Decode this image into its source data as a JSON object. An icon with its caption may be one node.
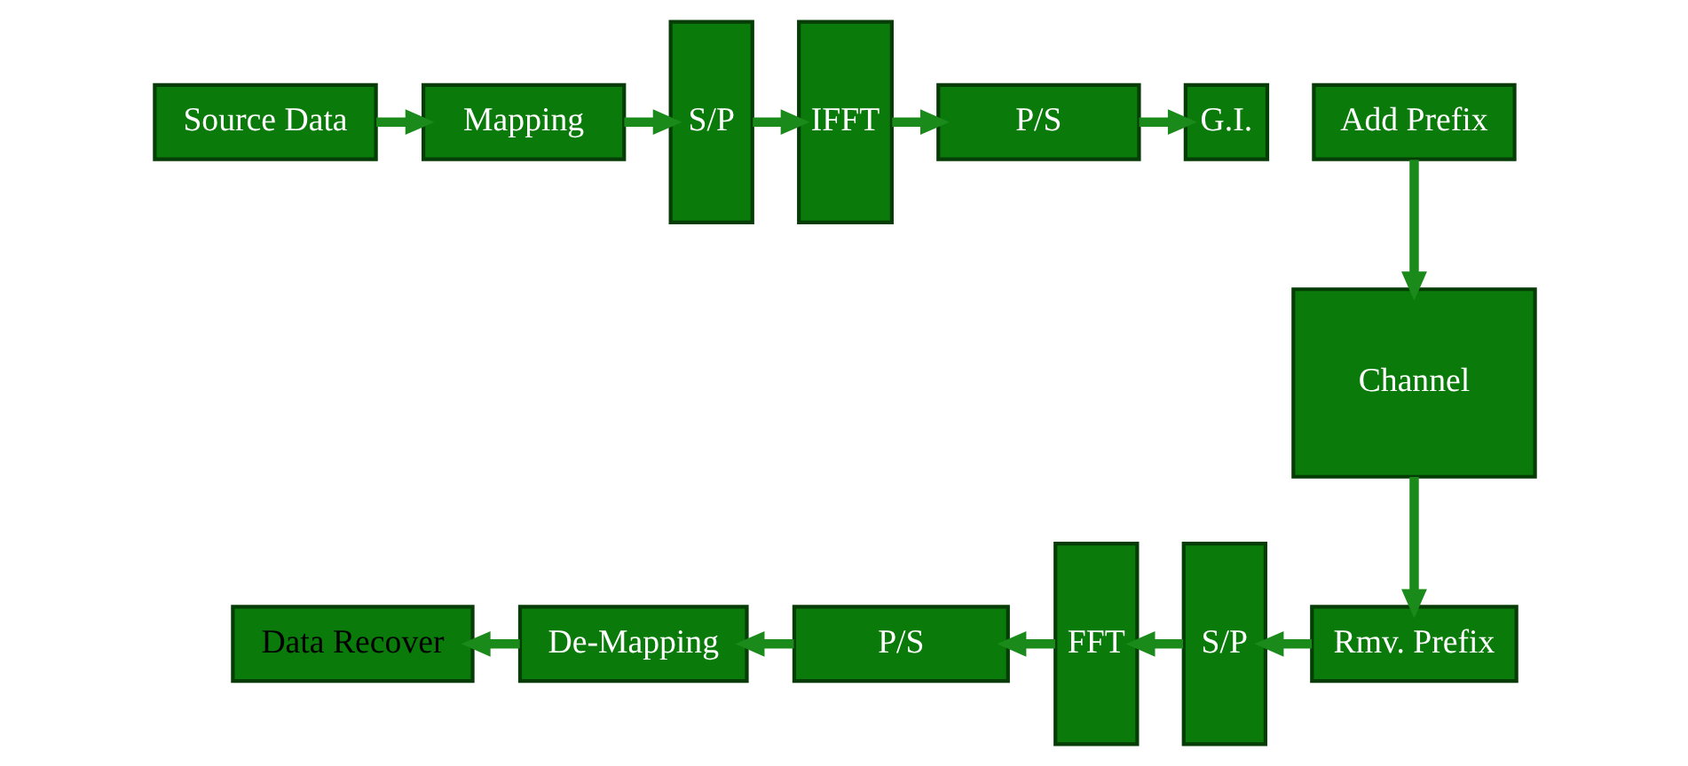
{
  "diagram": {
    "nodes": [
      {
        "text": [
          "Source Data"
        ]
      },
      {
        "text": [
          "Mapping"
        ]
      },
      {
        "text": [
          "S/P"
        ]
      },
      {
        "text": [
          "IFFT"
        ]
      },
      {
        "text": [
          "P/S"
        ]
      },
      {
        "text": [
          "G.I."
        ]
      },
      {
        "text": [
          "Add Prefix"
        ]
      },
      {
        "text": [
          "Channel"
        ]
      },
      {
        "text": [
          "Rmv. Prefix"
        ]
      },
      {
        "text": [
          "S/P"
        ]
      },
      {
        "text": [
          "FFT"
        ]
      },
      {
        "text": [
          "P/S"
        ]
      },
      {
        "text": [
          "De-Mapping"
        ]
      },
      {
        "text": [
          "Data Recover"
        ]
      }
    ],
    "edges": [
      {
        "from": 0,
        "to": 1,
        "arrow": "to"
      },
      {
        "from": 1,
        "to": 2,
        "arrow": "to"
      },
      {
        "from": 2,
        "to": 3,
        "arrow": "to"
      },
      {
        "from": 3,
        "to": 4,
        "arrow": "to"
      },
      {
        "from": 4,
        "to": 5,
        "arrow": "to"
      },
      {
        "from": 6,
        "to": 7,
        "arrow": "to"
      },
      {
        "from": 7,
        "to": 8,
        "arrow": "to"
      },
      {
        "from": 8,
        "to": 9,
        "arrow": "to"
      },
      {
        "from": 9,
        "to": 10,
        "arrow": "to"
      },
      {
        "from": 10,
        "to": 11,
        "arrow": "to"
      },
      {
        "from": 11,
        "to": 12,
        "arrow": "to"
      },
      {
        "from": 12,
        "to": 13,
        "arrow": "to"
      }
    ]
  }
}
